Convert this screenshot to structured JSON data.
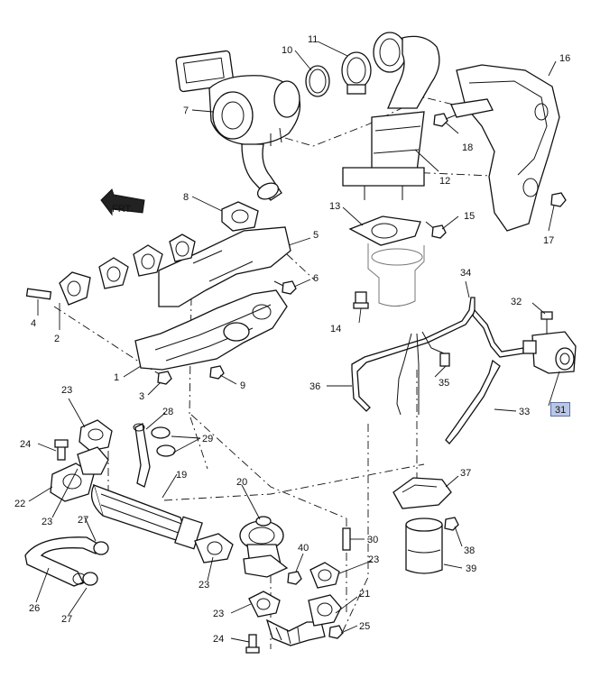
{
  "callouts": [
    {
      "id": "1",
      "label": "1"
    },
    {
      "id": "2",
      "label": "2"
    },
    {
      "id": "3",
      "label": "3"
    },
    {
      "id": "4",
      "label": "4"
    },
    {
      "id": "5",
      "label": "5"
    },
    {
      "id": "6",
      "label": "6"
    },
    {
      "id": "7",
      "label": "7"
    },
    {
      "id": "8",
      "label": "8"
    },
    {
      "id": "9",
      "label": "9"
    },
    {
      "id": "10",
      "label": "10"
    },
    {
      "id": "11",
      "label": "11"
    },
    {
      "id": "12",
      "label": "12"
    },
    {
      "id": "13",
      "label": "13"
    },
    {
      "id": "14",
      "label": "14"
    },
    {
      "id": "15",
      "label": "15"
    },
    {
      "id": "16",
      "label": "16"
    },
    {
      "id": "17",
      "label": "17"
    },
    {
      "id": "18",
      "label": "18"
    },
    {
      "id": "19",
      "label": "19"
    },
    {
      "id": "20",
      "label": "20"
    },
    {
      "id": "21",
      "label": "21"
    },
    {
      "id": "22",
      "label": "22"
    },
    {
      "id": "23a",
      "label": "23"
    },
    {
      "id": "23b",
      "label": "23"
    },
    {
      "id": "23c",
      "label": "23"
    },
    {
      "id": "23d",
      "label": "23"
    },
    {
      "id": "23e",
      "label": "23"
    },
    {
      "id": "24a",
      "label": "24"
    },
    {
      "id": "24b",
      "label": "24"
    },
    {
      "id": "25",
      "label": "25"
    },
    {
      "id": "26",
      "label": "26"
    },
    {
      "id": "27a",
      "label": "27"
    },
    {
      "id": "27b",
      "label": "27"
    },
    {
      "id": "28",
      "label": "28"
    },
    {
      "id": "29",
      "label": "29"
    },
    {
      "id": "30",
      "label": "30"
    },
    {
      "id": "31",
      "label": "31"
    },
    {
      "id": "32",
      "label": "32"
    },
    {
      "id": "33",
      "label": "33"
    },
    {
      "id": "34",
      "label": "34"
    },
    {
      "id": "35",
      "label": "35"
    },
    {
      "id": "36",
      "label": "36"
    },
    {
      "id": "37",
      "label": "37"
    },
    {
      "id": "38",
      "label": "38"
    },
    {
      "id": "39",
      "label": "39"
    },
    {
      "id": "40",
      "label": "40"
    }
  ],
  "highlighted_callout": "31",
  "front_marker": {
    "text": "FRT",
    "icon": "front-direction-arrow-icon"
  },
  "colors": {
    "highlight": "#b9c7e6",
    "line": "#111111"
  }
}
